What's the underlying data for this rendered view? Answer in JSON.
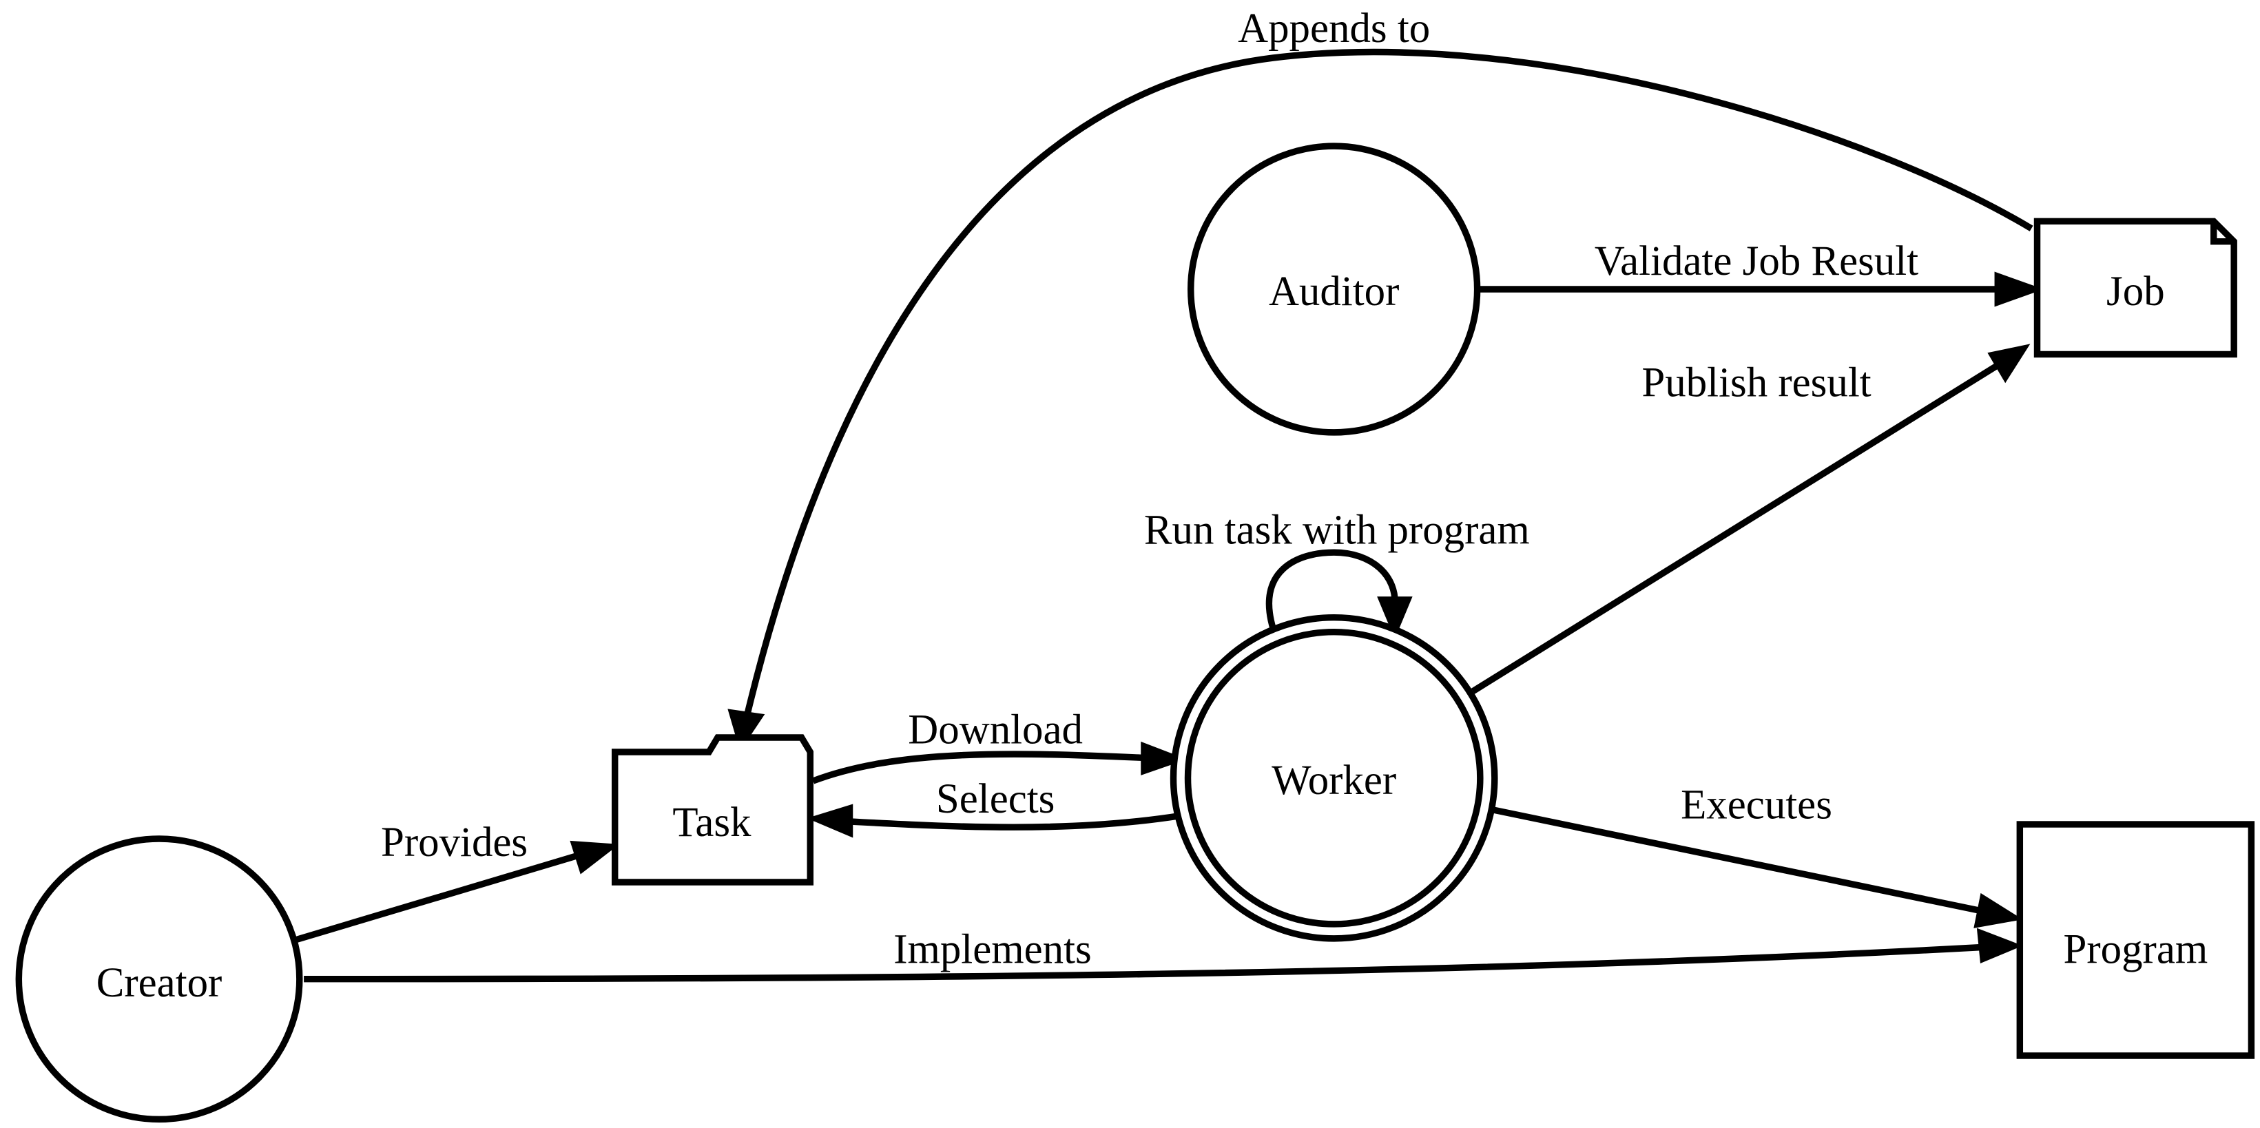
{
  "nodes": {
    "auditor": "Auditor",
    "job": "Job",
    "worker": "Worker",
    "task": "Task",
    "creator": "Creator",
    "program": "Program"
  },
  "edges": {
    "appends_to": "Appends to",
    "validate_job_result": "Validate Job Result",
    "publish_result": "Publish result",
    "run_task_with_program": "Run task with program",
    "download": "Download",
    "selects": "Selects",
    "executes": "Executes",
    "provides": "Provides",
    "implements": "Implements"
  }
}
